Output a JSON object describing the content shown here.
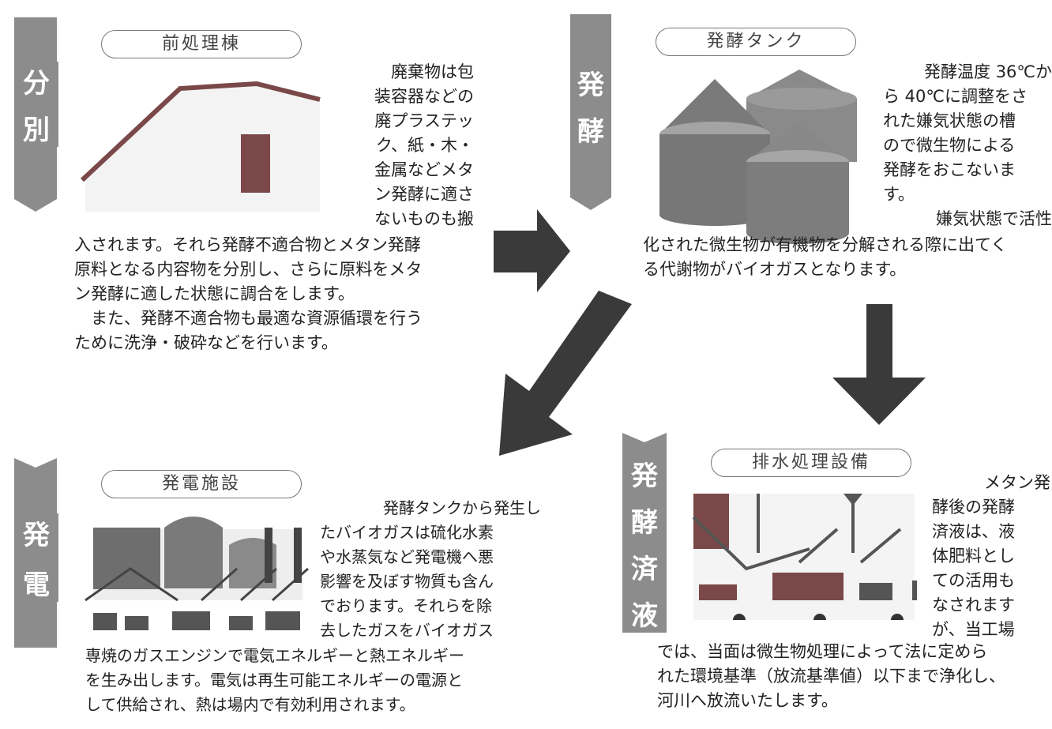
{
  "stages": {
    "sorting": {
      "banner": [
        "分",
        "別"
      ],
      "facility": "前処理棟",
      "lines_side": [
        "廃棄物は包",
        "装容器などの",
        "廃プラステッ",
        "ク、紙・木・",
        "金属などメタ",
        "ン発酵に適さ",
        "ないものも搬"
      ],
      "lines_full": [
        "入されます。それら発酵不適合物とメタン発酵",
        "原料となる内容物を分別し、さらに原料をメタ",
        "ン発酵に適した状態に調合をします。",
        "また、発酵不適合物も最適な資源循環を行う",
        "ために洗浄・破砕などを行います。"
      ]
    },
    "fermentation": {
      "banner": [
        "発",
        "酵"
      ],
      "facility": "発酵タンク",
      "lines_side": [
        "発酵温度 36℃か",
        "ら 40℃に調整をさ",
        "れた嫌気状態の槽",
        "ので微生物による",
        "発酵をおこないま",
        "す。",
        "嫌気状態で活性"
      ],
      "lines_full": [
        "化された微生物が有機物を分解される際に出てく",
        "る代謝物がバイオガスとなります。"
      ]
    },
    "power": {
      "banner": [
        "発",
        "電"
      ],
      "facility": "発電施設",
      "lines_side": [
        "発酵タンクから発生し",
        "たバイオガスは硫化水素",
        "や水蒸気など発電機へ悪",
        "影響を及ぼす物質も含ん",
        "でおります。それらを除",
        "去したガスをバイオガス"
      ],
      "lines_full": [
        "専焼のガスエンジンで電気エネルギーと熱エネルギー",
        "を生み出します。電気は再生可能エネルギーの電源と",
        "して供給され、熱は場内で有効利用されます。"
      ]
    },
    "digestate": {
      "banner": [
        "発",
        "酵",
        "済",
        "液"
      ],
      "facility": "排水処理設備",
      "lines_side": [
        "メタン発",
        "酵後の発酵",
        "済液は、液",
        "体肥料とし",
        "ての活用も",
        "なされます",
        "が、当工場"
      ],
      "lines_full": [
        "では、当面は微生物処理によって法に定めら",
        "れた環境基準（放流基準値）以下まで浄化し、",
        "河川へ放流いたします。"
      ]
    }
  },
  "colors": {
    "banner": "#8c8c8c",
    "arrow": "#3a3a3a",
    "illustration": "#6b6b6b",
    "accent_red": "#7a4848"
  }
}
